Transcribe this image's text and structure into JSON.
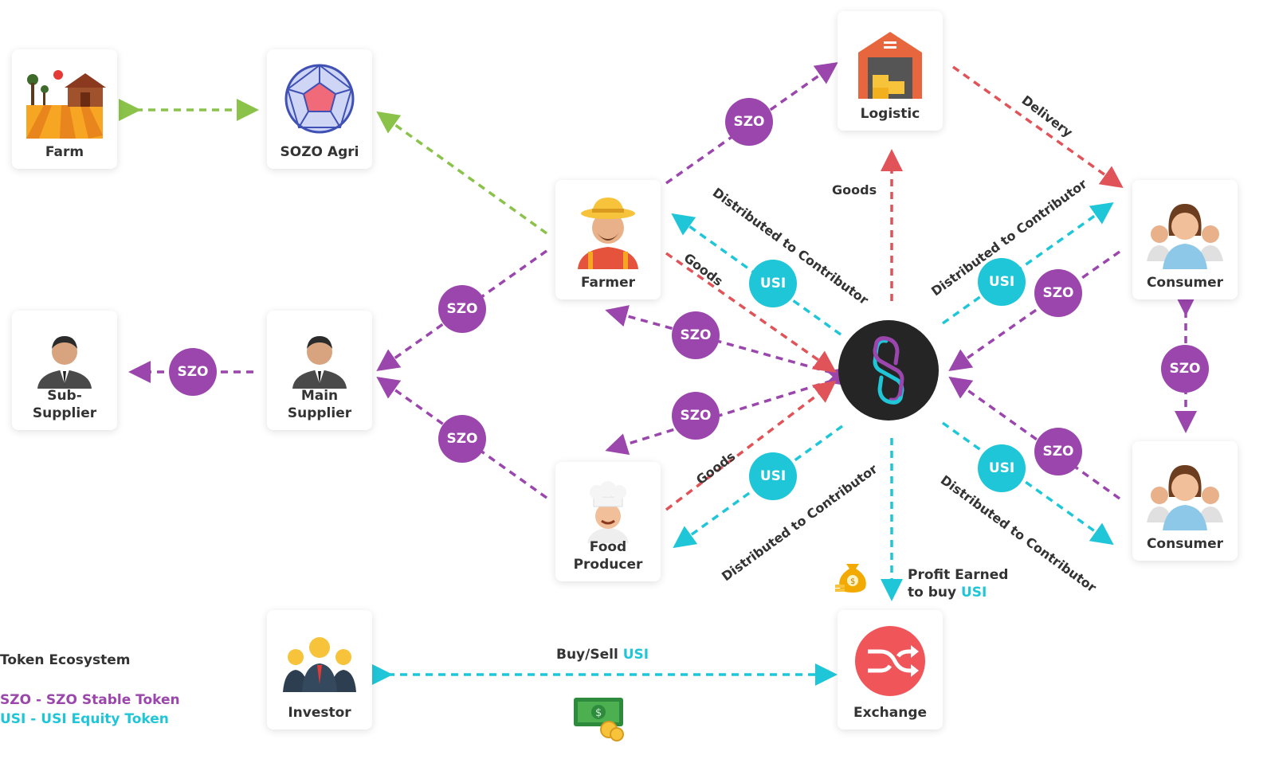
{
  "nodes": {
    "farm": "Farm",
    "sozo_agri": "SOZO Agri",
    "sub_supplier_1": "Sub-",
    "sub_supplier_2": "Supplier",
    "main_supplier_1": "Main",
    "main_supplier_2": "Supplier",
    "farmer": "Farmer",
    "food_producer_1": "Food",
    "food_producer_2": "Producer",
    "logistic": "Logistic",
    "consumer_top": "Consumer",
    "consumer_bottom": "Consumer",
    "investor": "Investor",
    "exchange": "Exchange"
  },
  "badges": {
    "szo": "SZO",
    "usi": "USI"
  },
  "edge_labels": {
    "goods": "Goods",
    "delivery": "Delivery",
    "distributed": "Distributed to Contributor",
    "profit_line1": "Profit Earned",
    "profit_line2_prefix": "to buy ",
    "profit_line2_token": "USI",
    "buy_sell_prefix": "Buy/Sell ",
    "buy_sell_token": "USI"
  },
  "legend": {
    "title": "Token Ecosystem",
    "szo": "SZO - SZO Stable Token",
    "usi": "USI - USI Equity Token"
  },
  "colors": {
    "szo": "#9b46ad",
    "usi": "#1fc6d8",
    "goods": "#e05358",
    "agri": "#8bc34a",
    "exchange": "#f0555a",
    "hub": "#252525"
  }
}
